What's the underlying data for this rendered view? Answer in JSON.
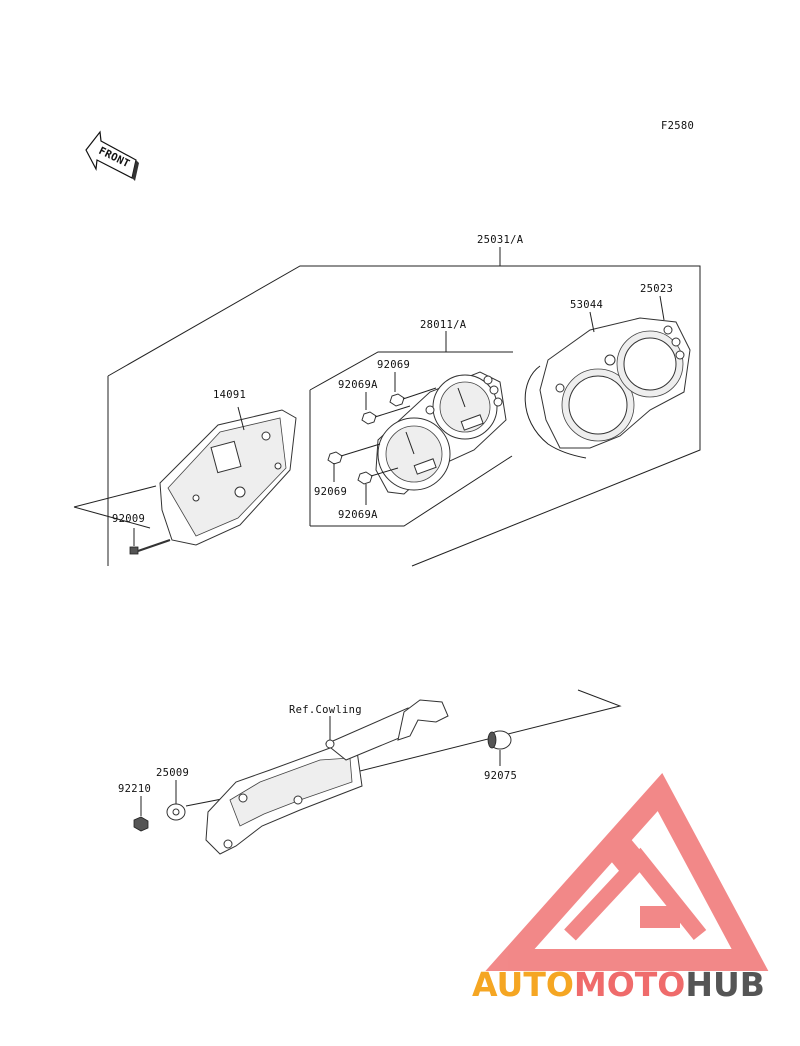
{
  "figure_code": "F2580",
  "front_arrow_text": "FRONT",
  "labels": {
    "assembly_top": "25031/A",
    "meter_unit": "28011/A",
    "case_cover": "25023",
    "lens": "53044",
    "screw_a1": "92069",
    "screw_b1": "92069A",
    "screw_a2": "92069",
    "screw_b2": "92069A",
    "case_back": "14091",
    "screw_back": "92009",
    "ref_cowling": "Ref.Cowling",
    "washer": "25009",
    "nut": "92210",
    "grommet": "92075"
  },
  "watermark": {
    "part1": "AUTO",
    "part2": "MOTO",
    "part3": "HUB",
    "color_orange": "#f5a623",
    "color_red": "#ef6b6b",
    "color_gray": "#555555"
  }
}
